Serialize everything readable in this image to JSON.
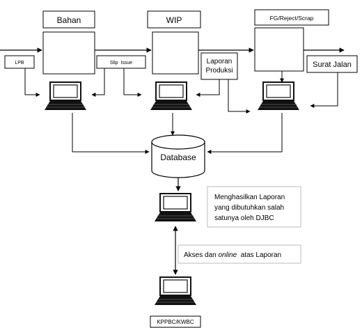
{
  "diagram": {
    "stock_boxes": {
      "bahan": "Bahan",
      "wip": "WIP",
      "fg": "FG/Reject/Scrap"
    },
    "documents": {
      "lpb": "LPB",
      "slip_issue": "Slip  Issue",
      "laporan_produksi_line1": "Laporan",
      "laporan_produksi_line2": "Produksi",
      "surat_jalan": "Surat Jalan"
    },
    "database": "Database",
    "report_note": {
      "line1": "Menghasilkan Laporan",
      "line2": "yang dibutuhkan salah",
      "line3": "satunya oleh DJBC"
    },
    "access_note": {
      "prefix": "Akses dan ",
      "emphasis": "online",
      "suffix": "  atas Laporan"
    },
    "customs_office": "KPPBC/KWBC"
  }
}
